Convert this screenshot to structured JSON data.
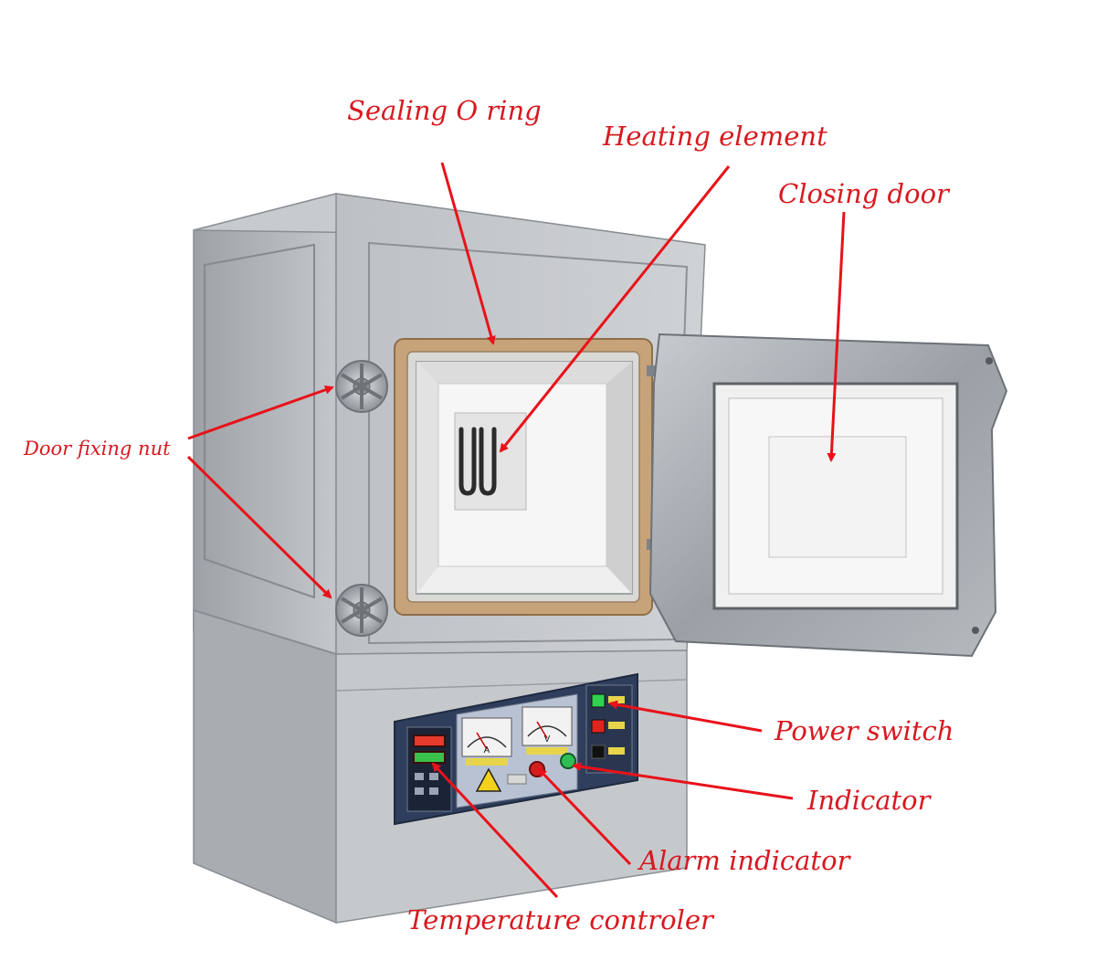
{
  "labels": {
    "sealing_o_ring": "Sealing O ring",
    "heating_element": "Heating element",
    "closing_door": "Closing door",
    "door_fixing_nut": "Door fixing nut",
    "power_switch": "Power switch",
    "indicator": "Indicator",
    "alarm_indicator": "Alarm indicator",
    "temperature_controler": "Temperature controler"
  },
  "meters": {
    "ammeter_unit": "A",
    "voltmeter_unit": "V"
  },
  "colors": {
    "label_red": "#d7191f",
    "arrow_red": "#e8121a",
    "cabinet_gray": "#b9bcc0",
    "panel_navy": "#2f3e5c",
    "insulation_white": "#f2f2f2",
    "seal_tan": "#c7a37a",
    "steel": "#a9aeb3"
  },
  "icons": [
    "handwheel-icon",
    "warning-triangle-icon",
    "power-switch-icon",
    "indicator-light-icon"
  ]
}
